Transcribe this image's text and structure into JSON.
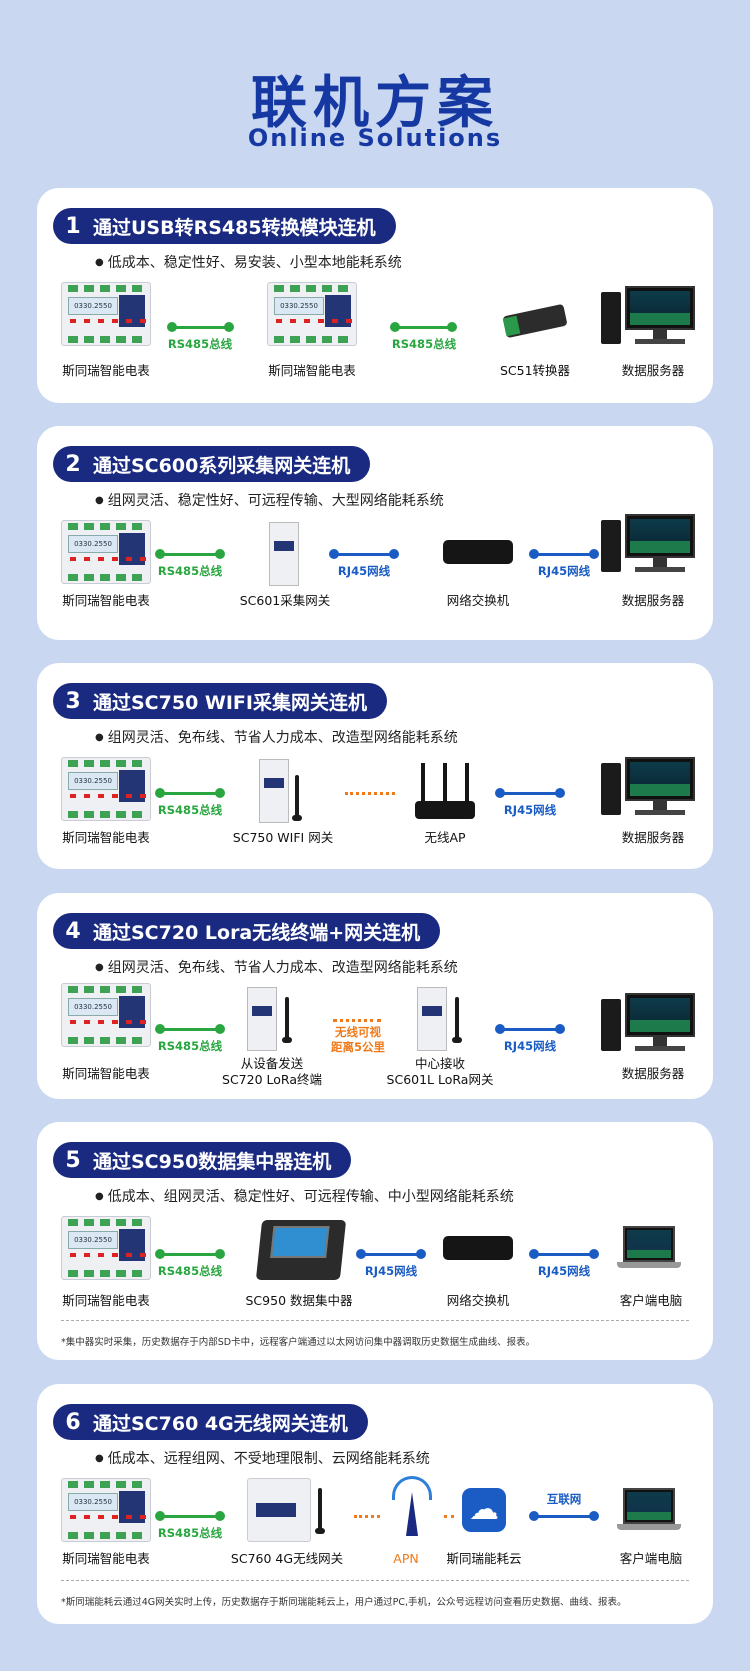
{
  "header": {
    "title": "联机方案",
    "subtitle": "Online Solutions"
  },
  "cards": [
    {
      "num": "1",
      "title": "通过USB转RS485转换模块连机",
      "desc": "低成本、稳定性好、易安装、小型本地能耗系统",
      "devices": [
        "斯同瑞智能电表",
        "斯同瑞智能电表",
        "SC51转换器",
        "数据服务器"
      ],
      "links": [
        "RS485总线",
        "RS485总线"
      ]
    },
    {
      "num": "2",
      "title": "通过SC600系列采集网关连机",
      "desc": "组网灵活、稳定性好、可远程传输、大型网络能耗系统",
      "devices": [
        "斯同瑞智能电表",
        "SC601采集网关",
        "网络交换机",
        "数据服务器"
      ],
      "links": [
        "RS485总线",
        "RJ45网线",
        "RJ45网线"
      ]
    },
    {
      "num": "3",
      "title": "通过SC750 WIFI采集网关连机",
      "desc": "组网灵活、免布线、节省人力成本、改造型网络能耗系统",
      "devices": [
        "斯同瑞智能电表",
        "SC750 WIFI 网关",
        "无线AP",
        "数据服务器"
      ],
      "links": [
        "RS485总线",
        "RJ45网线"
      ]
    },
    {
      "num": "4",
      "title": "通过SC720 Lora无线终端+网关连机",
      "desc": "组网灵活、免布线、节省人力成本、改造型网络能耗系统",
      "devices": [
        "斯同瑞智能电表",
        "从设备发送",
        "SC720 LoRa终端",
        "中心接收",
        "SC601L LoRa网关",
        "数据服务器"
      ],
      "links": [
        "RS485总线",
        "无线可视",
        "距离5公里",
        "RJ45网线"
      ]
    },
    {
      "num": "5",
      "title": "通过SC950数据集中器连机",
      "desc": "低成本、组网灵活、稳定性好、可远程传输、中小型网络能耗系统",
      "devices": [
        "斯同瑞智能电表",
        "SC950 数据集中器",
        "网络交换机",
        "客户端电脑"
      ],
      "links": [
        "RS485总线",
        "RJ45网线",
        "RJ45网线"
      ],
      "note": "*集中器实时采集，历史数据存于内部SD卡中，远程客户端通过以太网访问集中器调取历史数据生成曲线、报表。"
    },
    {
      "num": "6",
      "title": "通过SC760 4G无线网关连机",
      "desc": "低成本、远程组网、不受地理限制、云网络能耗系统",
      "devices": [
        "斯同瑞智能电表",
        "SC760 4G无线网关",
        "APN",
        "斯同瑞能耗云",
        "客户端电脑"
      ],
      "links": [
        "RS485总线",
        "互联网"
      ],
      "note": "*斯同瑞能耗云通过4G网关实时上传，历史数据存于斯同瑞能耗云上，用户通过PC,手机，公众号远程访问查看历史数据、曲线、报表。"
    }
  ],
  "meter_lcd": "0330.2550"
}
